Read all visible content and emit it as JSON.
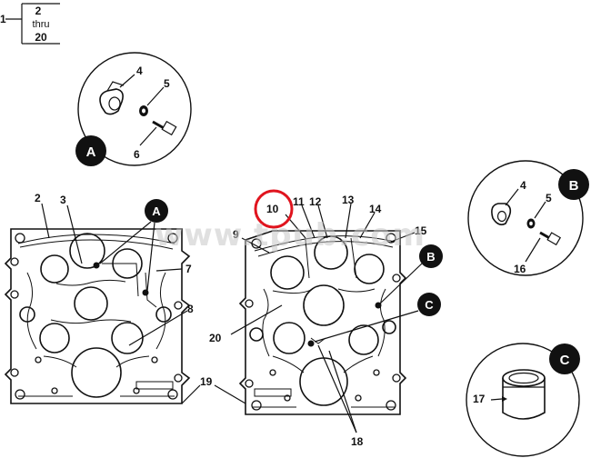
{
  "reference_box": {
    "lead": "1",
    "line1": "2",
    "line2": "thru",
    "line3": "20"
  },
  "detail_markers": {
    "a": "A",
    "b": "B",
    "c": "C"
  },
  "callouts": {
    "n2": "2",
    "n3": "3",
    "n4a": "4",
    "n5a": "5",
    "n6": "6",
    "n7": "7",
    "n8": "8",
    "n9": "9",
    "n10": "10",
    "n11": "11",
    "n12": "12",
    "n13": "13",
    "n14": "14",
    "n15": "15",
    "n4b": "4",
    "n5b": "5",
    "n16": "16",
    "n17": "17",
    "n18": "18",
    "n19": "19",
    "n20": "20"
  },
  "watermark": "www.tpub.com",
  "colors": {
    "ink": "#111111",
    "highlight": "#e0141e",
    "watermark": "#c8c8c8"
  }
}
